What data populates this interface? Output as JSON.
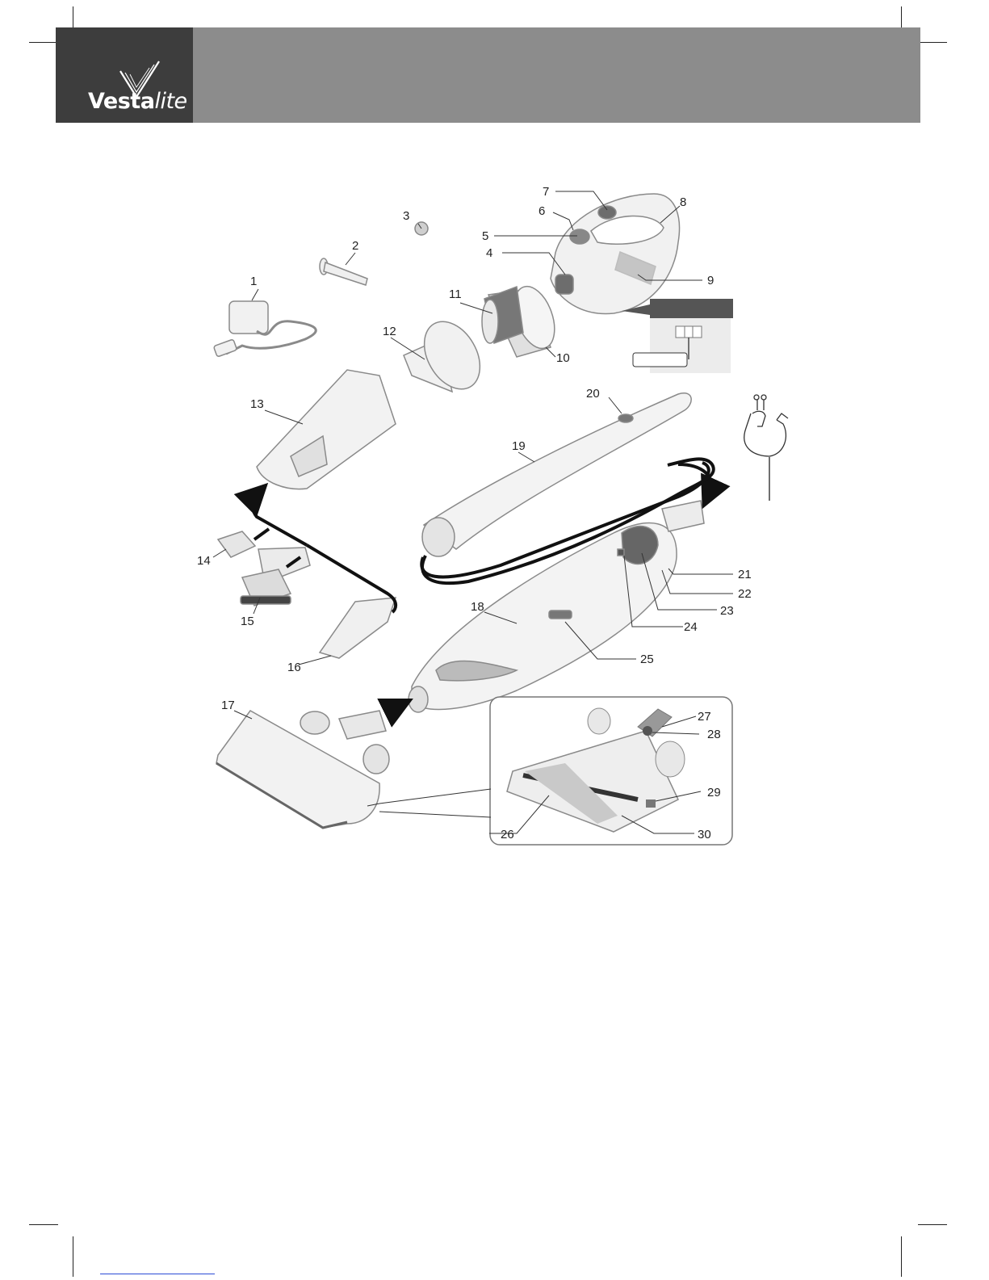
{
  "brand": {
    "name_bold": "Vesta",
    "name_italic": "lite"
  },
  "callouts": {
    "n1": "1",
    "n2": "2",
    "n3": "3",
    "n4": "4",
    "n5": "5",
    "n6": "6",
    "n7": "7",
    "n8": "8",
    "n9": "9",
    "n10": "10",
    "n11": "11",
    "n12": "12",
    "n13": "13",
    "n14": "14",
    "n15": "15",
    "n16": "16",
    "n17": "17",
    "n18": "18",
    "n19": "19",
    "n20": "20",
    "n21": "21",
    "n22": "22",
    "n23": "23",
    "n24": "24",
    "n25": "25",
    "n26": "26",
    "n27": "27",
    "n28": "28",
    "n29": "29",
    "n30": "30"
  },
  "colors": {
    "header_band": "#8c8c8c",
    "logo_block": "#3d3d3d",
    "line": "#222222",
    "part_fill": "#f1f1f1",
    "part_stroke": "#8a8a8a",
    "accent_dark": "#555555"
  }
}
